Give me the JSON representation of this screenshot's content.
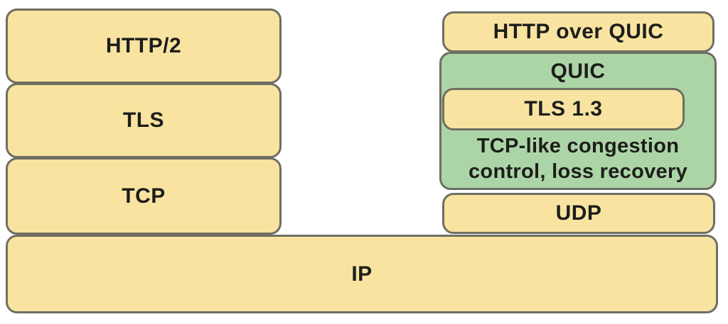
{
  "diagram": {
    "description": "Protocol stack comparison: HTTP/2 over TLS/TCP versus HTTP over QUIC on UDP, both over IP",
    "colors": {
      "box_yellow": "#f8e4a0",
      "box_green": "#acd5a7",
      "border": "#6f6e62",
      "text": "#1e1d1b",
      "background": "#ffffff"
    },
    "left_stack": {
      "layers": [
        {
          "label": "HTTP/2"
        },
        {
          "label": "TLS"
        },
        {
          "label": "TCP"
        }
      ]
    },
    "right_stack": {
      "top_layer": {
        "label": "HTTP over QUIC"
      },
      "quic_layer": {
        "label": "QUIC",
        "inner_box": {
          "label": "TLS 1.3"
        },
        "note": "TCP-like congestion control, loss recovery"
      },
      "bottom_layer": {
        "label": "UDP"
      }
    },
    "base_layer": {
      "label": "IP"
    }
  }
}
